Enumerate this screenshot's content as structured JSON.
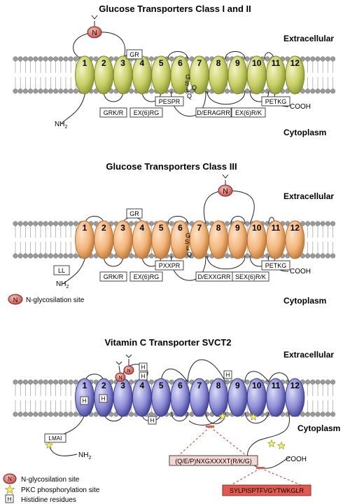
{
  "colors": {
    "class12_helix": "#c8cf66",
    "class12_stroke": "#7f8a2a",
    "class3_helix": "#f2b57b",
    "class3_stroke": "#b7733a",
    "svct2_helix": "#8f8ed6",
    "svct2_stroke": "#3c3b8c",
    "lipid_head": "#9a9a9a",
    "glyco": "#d96b6b",
    "pkc_star": "#f3ef6a",
    "motif_light": "#f4d7d3",
    "motif_strong": "#e05a50"
  },
  "panels": [
    {
      "title": "Glucose Transporters Class I and II",
      "extracellular": "Extracellular",
      "cytoplasm": "Cytoplasm",
      "helices": [
        "1",
        "2",
        "3",
        "4",
        "5",
        "6",
        "7",
        "8",
        "9",
        "10",
        "11",
        "12"
      ],
      "glyco_marker": "N",
      "amino_terminus": "NH",
      "amino_terminus_sub": "2",
      "carboxy_terminus": "COOH",
      "motifs": {
        "gr": "GR",
        "grk": "GRK/R",
        "ex6rg": "EX(6)RG",
        "pespr": "PESPR",
        "gslq": [
          "G",
          "S",
          "L",
          "Q"
        ],
        "q": "Q",
        "deragrr": "D/ERAGRR",
        "ex6rk": "EX(6)R/K",
        "petkg": "PETKG"
      }
    },
    {
      "title": "Glucose Transporters Class III",
      "extracellular": "Extracellular",
      "cytoplasm": "Cytoplasm",
      "helices": [
        "1",
        "2",
        "3",
        "4",
        "5",
        "6",
        "7",
        "8",
        "9",
        "10",
        "11",
        "12"
      ],
      "glyco_marker": "N",
      "amino_terminus": "NH",
      "amino_terminus_sub": "2",
      "carboxy_terminus": "COOH",
      "motifs": {
        "gr": "GR",
        "ll": "LL",
        "grk": "GRK/R",
        "ex6rg": "EX(6)RG",
        "pxxpr": "PXXPR",
        "gslq": [
          "G",
          "S",
          "L",
          "Q"
        ],
        "dexxgrr": "D/EXXGRR",
        "sex6rk": "SEX(6)R/K",
        "petkg": "PETKG"
      },
      "legend_glyco": "N-glycosilation site"
    },
    {
      "title": "Vitamin C Transporter SVCT2",
      "extracellular": "Extracellular",
      "cytoplasm": "Cytoplasm",
      "helices": [
        "1",
        "2",
        "3",
        "4",
        "5",
        "6",
        "7",
        "8",
        "9",
        "10",
        "11",
        "12"
      ],
      "glyco_marker": "N",
      "histidine": "H",
      "amino_terminus": "NH",
      "amino_terminus_sub": "2",
      "carboxy_terminus": "COOH",
      "motifs": {
        "lmai": "LMAI",
        "nxg": "(Q/E/P)NXGXXXXT(R/K/G)",
        "sylp": "SYLPISPTFVGYTWKGLR"
      },
      "legend": [
        {
          "marker": "N",
          "label": "N-glycosilation site"
        },
        {
          "marker": "star",
          "label": "PKC phosphorylation site"
        },
        {
          "marker": "H",
          "label": "Histidine residues"
        }
      ]
    }
  ]
}
